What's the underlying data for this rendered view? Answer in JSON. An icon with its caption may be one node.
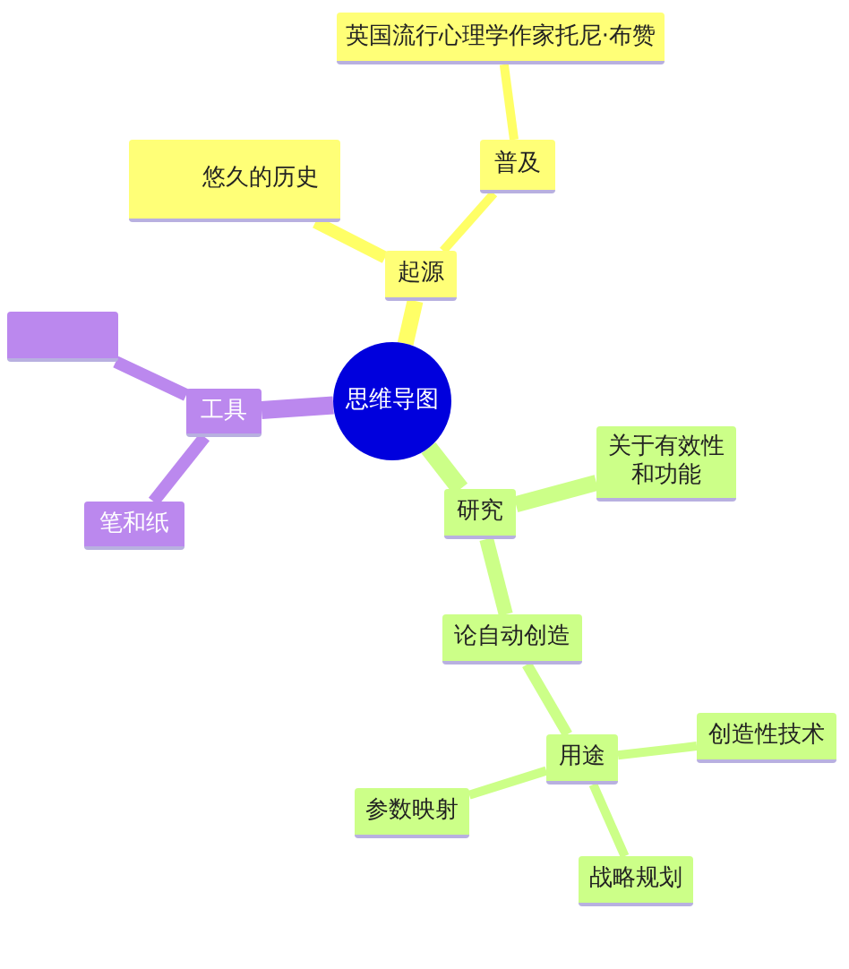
{
  "diagram": {
    "nodes": [
      {
        "text": [
          "思维导图"
        ]
      },
      {
        "text": [
          "起源"
        ]
      },
      {
        "text": [
          "悠久的历史"
        ]
      },
      {
        "text": [
          "普及"
        ]
      },
      {
        "text": [
          "英国流行心理学作家托尼·布赞"
        ]
      },
      {
        "text": [
          "研究"
        ]
      },
      {
        "text": [
          "关于有效性和功能"
        ]
      },
      {
        "text": [
          "论自动创造"
        ]
      },
      {
        "text": [
          "用途"
        ]
      },
      {
        "text": [
          "创造性技术"
        ]
      },
      {
        "text": [
          "参数映射"
        ]
      },
      {
        "text": [
          "战略规划"
        ]
      },
      {
        "text": [
          "工具"
        ]
      },
      {
        "text": [],
        "shape": "box"
      },
      {
        "text": [
          "笔和纸"
        ]
      }
    ],
    "edges": [
      {
        "from": 0,
        "to": 1,
        "arrow": "none",
        "color": "#ffff66"
      },
      {
        "from": 1,
        "to": 2,
        "arrow": "none",
        "color": "#ffff66"
      },
      {
        "from": 1,
        "to": 3,
        "arrow": "none",
        "color": "#ffff66"
      },
      {
        "from": 3,
        "to": 4,
        "arrow": "none",
        "color": "#ffff66"
      },
      {
        "from": 0,
        "to": 5,
        "arrow": "none"
      },
      {
        "from": 5,
        "to": 6,
        "arrow": "none"
      },
      {
        "from": 5,
        "to": 7,
        "arrow": "none"
      },
      {
        "from": 7,
        "to": 8,
        "arrow": "none"
      },
      {
        "from": 8,
        "to": 9,
        "arrow": "none"
      },
      {
        "from": 8,
        "to": 10,
        "arrow": "none"
      },
      {
        "from": 8,
        "to": 11,
        "arrow": "none"
      },
      {
        "from": 0,
        "to": 12,
        "arrow": "none",
        "color": "#bb88ee"
      },
      {
        "from": 12,
        "to": 13,
        "arrow": "none",
        "color": "#bb88ee"
      },
      {
        "from": 12,
        "to": 14,
        "arrow": "none",
        "color": "#bb88ee"
      }
    ]
  }
}
